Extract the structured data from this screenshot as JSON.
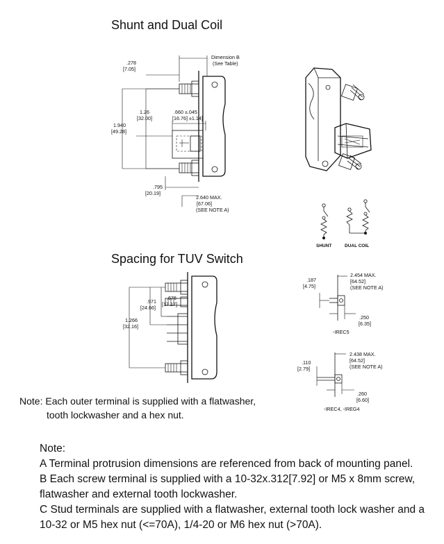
{
  "headings": {
    "shunt_dual": "Shunt and Dual Coil",
    "tuv": "Spacing for TUV Switch"
  },
  "shunt_dims": {
    "dim_b_line1": "Dimension B",
    "dim_b_line2": "(See Table)",
    "d278": ".278",
    "d278m": "[7.05]",
    "d126": "1.26",
    "d126m": "[32.00]",
    "d660": ".660 ±.045",
    "d660m": "[16.76] ±1.14]",
    "d1940": "1.940",
    "d1940m": "[49.28]",
    "d795": ".795",
    "d795m": "[20.19]",
    "d2640": "2.640 MAX.",
    "d2640m": "[67.06]",
    "d2640n": "(SEE NOTE A)"
  },
  "schematic": {
    "shunt": "SHUNT",
    "dual_coil": "DUAL COIL"
  },
  "tuv_dims": {
    "d971": ".971",
    "d971m": "[24.66]",
    "d676": ".676",
    "d676m": "[17.17]",
    "d1266": "1.266",
    "d1266m": "[32.16]"
  },
  "irec5": {
    "d187": ".187",
    "d187m": "[4.75]",
    "d2454": "2.454 MAX.",
    "d2454m": "[64.52]",
    "d2454n": "(SEE NOTE A)",
    "d250": ".250",
    "d250m": "[6.35]",
    "label": "-IREC5"
  },
  "irec4": {
    "d110": ".110",
    "d110m": "[2.79]",
    "d2438": "2.438 MAX.",
    "d2438m": "[64.52]",
    "d2438n": "(SEE NOTE A)",
    "d260": ".260",
    "d260m": "[6.60]",
    "label": "-IREC4, -IREG4"
  },
  "terminal_note": {
    "line1": "Note: Each outer terminal is supplied with a flatwasher,",
    "line2": "tooth lockwasher and a hex nut."
  },
  "notes": {
    "title": "Note:",
    "a": "A Terminal protrusion dimensions are referenced from back of mounting panel.",
    "b1": "B Each screw terminal is supplied with a 10-32x.312[7.92] or M5 x 8mm screw,",
    "b2": "flatwasher and external tooth lockwasher.",
    "c1": "C Stud terminals are supplied with a flatwasher, external tooth lock washer and a",
    "c2": "10-32 or M5 hex nut (<=70A), 1/4-20 or M6 hex nut (>70A)."
  }
}
